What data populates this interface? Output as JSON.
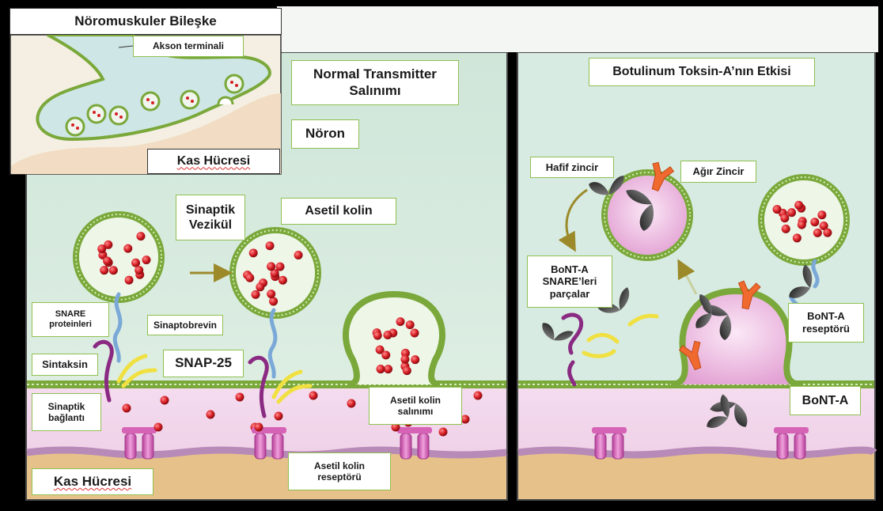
{
  "inset": {
    "title": "Nöromuskuler Bileşke",
    "axon_label": "Akson terminali",
    "muscle_label": "Kas Hücresi"
  },
  "left_panel": {
    "title": "Normal Transmitter Salınımı",
    "neuron_label": "Nöron",
    "vesicle_label": "Sinaptik Vezikül",
    "ach_label": "Asetil kolin",
    "snare_label": "SNARE proteinleri",
    "synaptobrevin_label": "Sinaptobrevin",
    "syntaxin_label": "Sintaksin",
    "snap25_label": "SNAP-25",
    "junction_label": "Sinaptik bağlantı",
    "release_label": "Asetil kolin salınımı",
    "receptor_label": "Asetil kolin reseptörü",
    "muscle_label": "Kas Hücresi"
  },
  "right_panel": {
    "title": "Botulinum Toksin-A’nın  Etkisi",
    "light_chain_label": "Hafif zincir",
    "heavy_chain_label": "Ağır Zincir",
    "cleave_label": "BoNT-A SNARE’leri parçalar",
    "receptor_label": "BoNT-A reseptörü",
    "toxin_label": "BoNT-A"
  },
  "colors": {
    "neuron_bg": "#d6ebe0",
    "muscle_bg": "#f2d5ea",
    "vesicle_fill": "#edf5e6",
    "membrane_green": "#7aa83a",
    "ach_red": "#d61f26",
    "receptor_pink": "#d663b5",
    "syntaxin_purple": "#8a2a82",
    "snap25_yellow": "#f0e040",
    "synaptobrevin_blue": "#7aa9d8",
    "toxin_dark": "#3a3a3a",
    "heavy_chain_orange": "#f06a30"
  }
}
